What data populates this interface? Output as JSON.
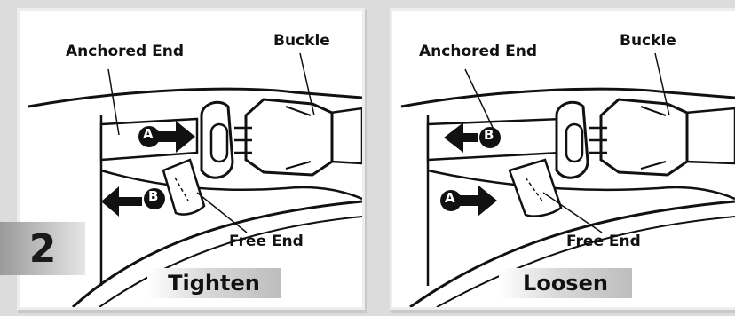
{
  "step": {
    "number": "2"
  },
  "panels": [
    {
      "anchored_end": "Anchored End",
      "buckle": "Buckle",
      "free_end": "Free End",
      "action": "Tighten",
      "arrow_a": "A",
      "arrow_b": "B"
    },
    {
      "anchored_end": "Anchored End",
      "buckle": "Buckle",
      "free_end": "Free End",
      "action": "Loosen",
      "arrow_a": "A",
      "arrow_b": "B"
    }
  ]
}
